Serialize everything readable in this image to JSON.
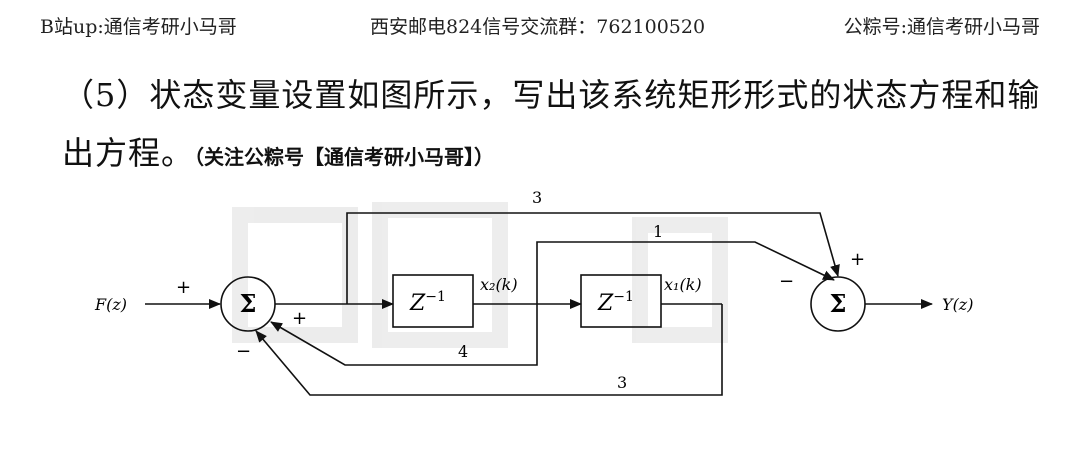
{
  "header": {
    "left": "B站up:通信考研小马哥",
    "center": "西安邮电824信号交流群：762100520",
    "right": "公粽号:通信考研小马哥"
  },
  "question": {
    "main": "（5）状态变量设置如图所示，写出该系统矩形形式的状态方程和输出方程。",
    "note": "（关注公粽号【通信考研小马哥】）"
  },
  "diagram": {
    "input_label": "F(z)",
    "output_label": "Y(z)",
    "sum_symbol": "Σ",
    "delay_base": "Z",
    "delay_exp": "−1",
    "state_x2": "x₂(k)",
    "state_x1": "x₁(k)",
    "sum1_in_sign": "+",
    "sum1_fb4_sign": "+",
    "sum1_fb3_sign": "−",
    "sum2_top_sign": "+",
    "sum2_mid_sign": "−",
    "gain_top": "3",
    "gain_mid": "1",
    "gain_fb4": "4",
    "gain_fb3": "3"
  }
}
